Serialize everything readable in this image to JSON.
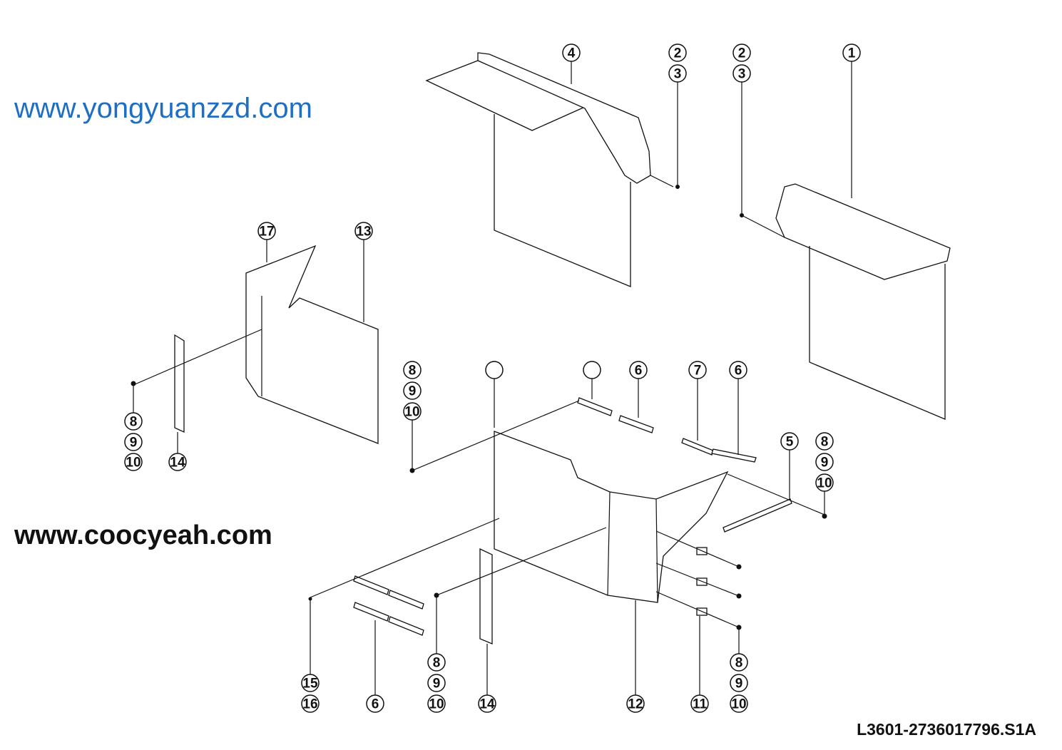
{
  "diagram": {
    "drawing_code": "L3601-2736017796.S1A",
    "watermarks": [
      "www.yongyuanzzd.com",
      "www.coocyeah.com"
    ],
    "callouts": [
      "4",
      "2",
      "3",
      "2",
      "3",
      "1",
      "17",
      "13",
      "8",
      "9",
      "10",
      "14",
      "8",
      "9",
      "10",
      "",
      "",
      "6",
      "7",
      "6",
      "5",
      "8",
      "9",
      "10",
      "15",
      "16",
      "6",
      "8",
      "9",
      "10",
      "14",
      "12",
      "11",
      "8",
      "9",
      "10"
    ]
  }
}
